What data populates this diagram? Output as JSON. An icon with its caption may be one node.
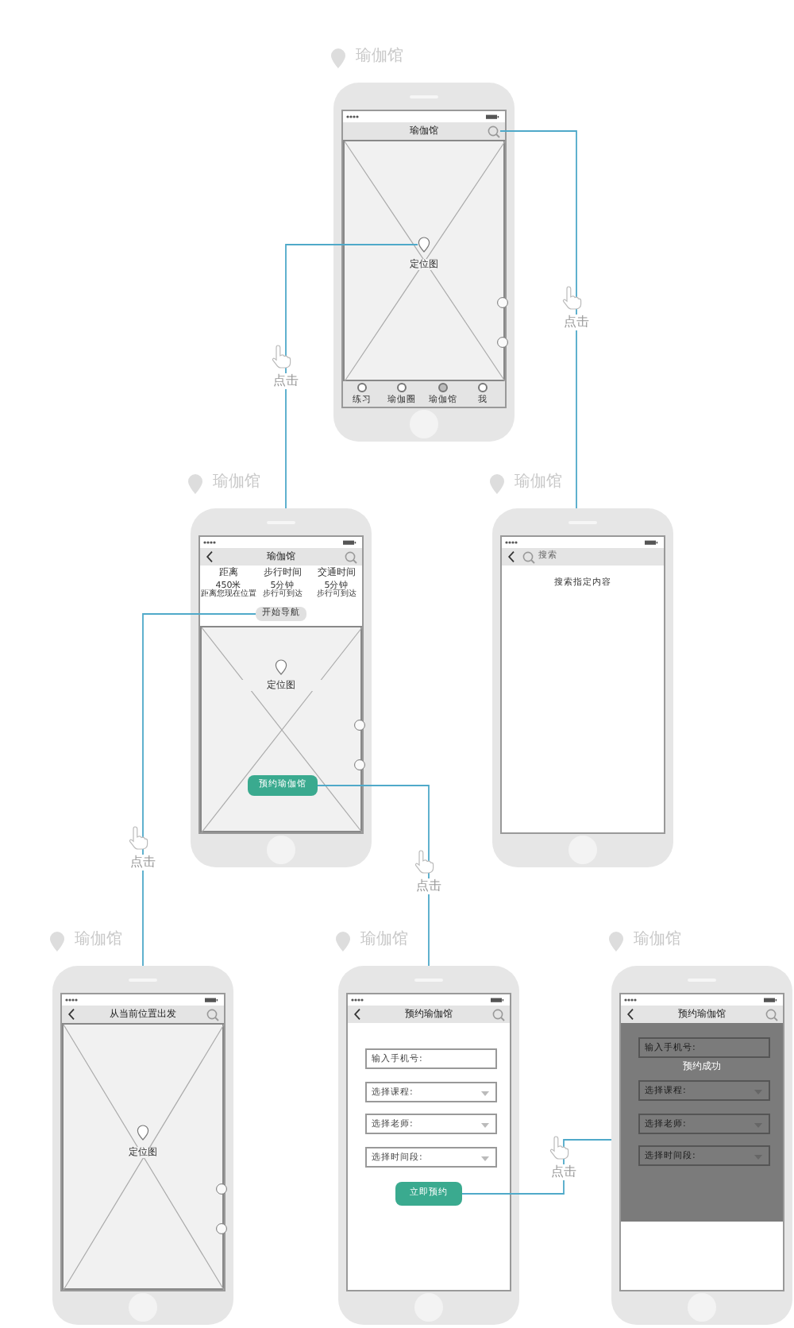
{
  "diagram": {
    "nodes": [
      {
        "text": [
          "瑜伽馆",
          "瑜伽馆"
        ]
      },
      {
        "text": [
          "定位图"
        ],
        "in": 0
      },
      {
        "text": [],
        "shape": "circle",
        "in": 0
      },
      {
        "text": [],
        "shape": "pin",
        "in": 1
      },
      {
        "text": [
          "练习",
          "瑜伽圈",
          "瑜伽馆",
          "我"
        ],
        "in": 0
      },
      {
        "text": [
          "瑜伽馆",
          "瑜伽馆",
          "距离",
          "450米",
          "距离您现在位置",
          "步行时间",
          "5分钟",
          "步行可到达",
          "交通时间",
          "5分钟",
          "步行可到达"
        ]
      },
      {
        "text": [
          "开始导航"
        ],
        "in": 5
      },
      {
        "text": [
          "定位图"
        ],
        "in": 5
      },
      {
        "text": [
          "预约瑜伽馆"
        ],
        "in": 7
      },
      {
        "text": [
          "瑜伽馆",
          "搜索指定内容"
        ]
      },
      {
        "text": [
          "搜索"
        ],
        "in": 9
      },
      {
        "text": [
          "瑜伽馆",
          "从当前位置出发"
        ]
      },
      {
        "text": [
          "定位图"
        ],
        "in": 11
      },
      {
        "text": [
          "瑜伽馆",
          "预约瑜伽馆"
        ]
      },
      {
        "text": [
          "输入手机号:"
        ],
        "in": 13
      },
      {
        "text": [
          "选择课程:"
        ],
        "in": 13
      },
      {
        "text": [
          "选择老师:"
        ],
        "in": 13
      },
      {
        "text": [
          "选择时间段:"
        ],
        "in": 13
      },
      {
        "text": [
          "立即预约"
        ],
        "in": 13
      },
      {
        "text": [
          "瑜伽馆",
          "预约瑜伽馆"
        ]
      },
      {
        "text": [
          "预约成功"
        ],
        "in": 19
      },
      {
        "text": [
          "输入手机号:"
        ],
        "in": 20
      },
      {
        "text": [
          "选择课程:"
        ],
        "in": 20
      },
      {
        "text": [
          "选择老师:"
        ],
        "in": 20
      },
      {
        "text": [
          "选择时间段:"
        ],
        "in": 20
      }
    ],
    "edges": [
      {
        "from": 2,
        "to": 9,
        "arrow": "none",
        "label": "点击"
      },
      {
        "from": 3,
        "to": 5,
        "arrow": "none",
        "label": "点击"
      },
      {
        "from": 6,
        "to": 11,
        "arrow": "none",
        "label": "点击"
      },
      {
        "from": 8,
        "to": 13,
        "arrow": "none",
        "label": "点击"
      },
      {
        "from": 18,
        "to": 19,
        "arrow": "none",
        "label": "点击"
      }
    ]
  }
}
